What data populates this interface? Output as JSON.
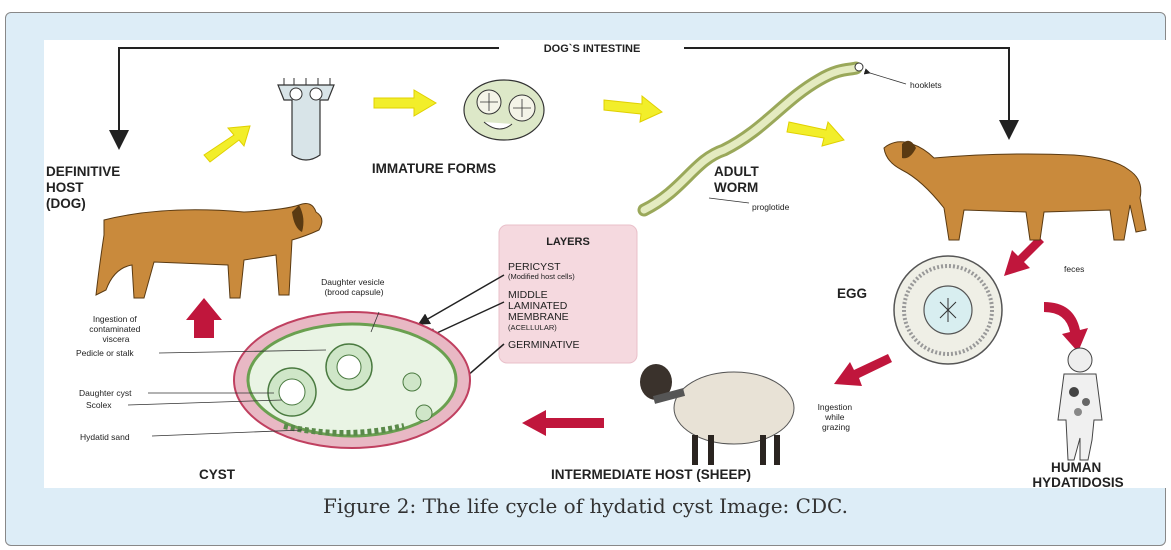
{
  "caption": "Figure 2: The life cycle of hydatid cyst Image: CDC.",
  "diagram": {
    "top_route": "DOG`S INTESTINE",
    "stages": {
      "definitive_host": [
        "DEFINITIVE",
        "HOST",
        "(DOG)"
      ],
      "immature_forms": "IMMATURE FORMS",
      "adult_worm": [
        "ADULT",
        "WORM"
      ],
      "egg": "EGG",
      "human": [
        "HUMAN",
        "HYDATIDOSIS"
      ],
      "intermediate_host": "INTERMEDIATE HOST (SHEEP)",
      "cyst": "CYST"
    },
    "small_labels": {
      "hooklets": "hooklets",
      "proglottide": "proglotide",
      "feces": "feces",
      "ingestion_grazing": [
        "Ingestion",
        "while",
        "grazing"
      ],
      "ingestion_viscera": [
        "Ingestion of",
        "contaminated",
        "viscera"
      ]
    },
    "cyst_parts": {
      "daughter_vesicle": [
        "Daughter vesicle",
        "(brood capsule)"
      ],
      "pedicle": "Pedicle or stalk",
      "daughter_cyst": "Daughter cyst",
      "scolex": "Scolex",
      "hydatid_sand": "Hydatid sand"
    },
    "layers": {
      "title": "LAYERS",
      "pericyst": [
        "PERICYST",
        "(Modified host cells)"
      ],
      "middle": [
        "MIDDLE",
        "LAMINATED",
        "MEMBRANE",
        "(ACELLULAR)"
      ],
      "germinative": "GERMINATIVE"
    },
    "colors": {
      "frame_bg": "#ddedf7",
      "yellow_arrow": "#f2ee2a",
      "red_arrow": "#c0163c",
      "layers_box": "#f5d9df",
      "cyst_wall": "#d04060",
      "dog_coat": "#c98a3c"
    }
  }
}
